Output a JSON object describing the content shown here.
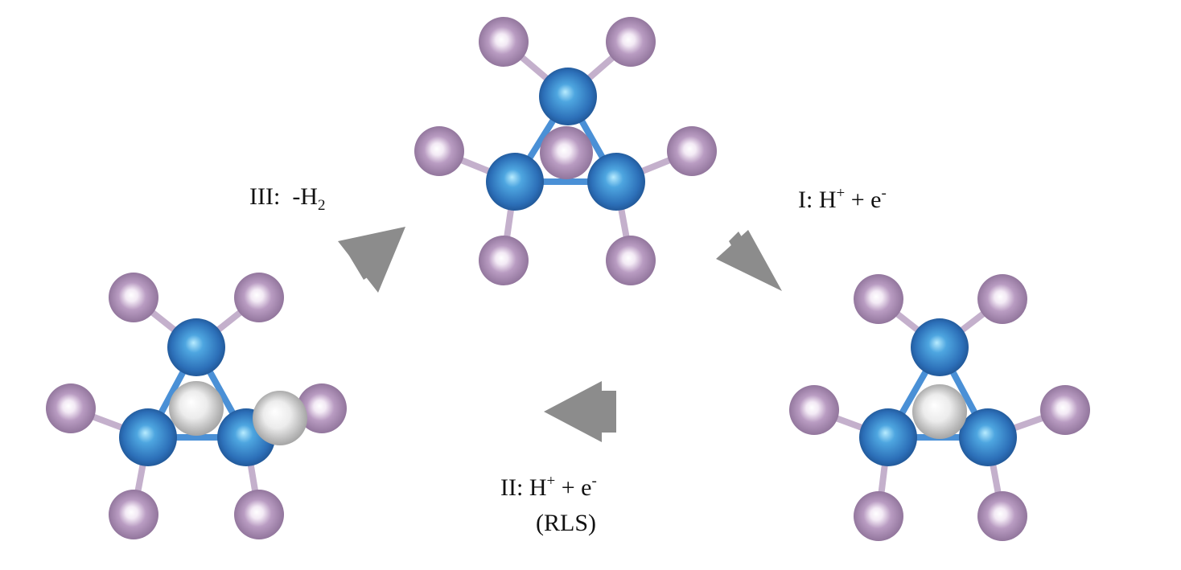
{
  "steps": {
    "step1": {
      "numeral": "I:",
      "species": "H",
      "charge": "+",
      "plus": "+",
      "electron": "e",
      "electron_charge": "-"
    },
    "step2": {
      "numeral": "II:",
      "species": "H",
      "charge": "+",
      "plus": "+",
      "electron": "e",
      "electron_charge": "-",
      "note": "(RLS)"
    },
    "step3": {
      "numeral": "III:",
      "species": "-H",
      "subscript": "2"
    }
  },
  "structures": [
    {
      "id": "bare-cluster",
      "adsorbed_h": 0
    },
    {
      "id": "one-h-cluster",
      "adsorbed_h": 1
    },
    {
      "id": "two-h-cluster",
      "adsorbed_h": 2
    }
  ],
  "colors": {
    "metal_atom": "#2f78c0",
    "ligand_atom": "#a98bb2",
    "hydrogen_atom": "#e8e8e8",
    "bond_metal": "#4a90d6",
    "bond_ligand": "#c4b0cc",
    "arrow": "#8c8c8c"
  }
}
